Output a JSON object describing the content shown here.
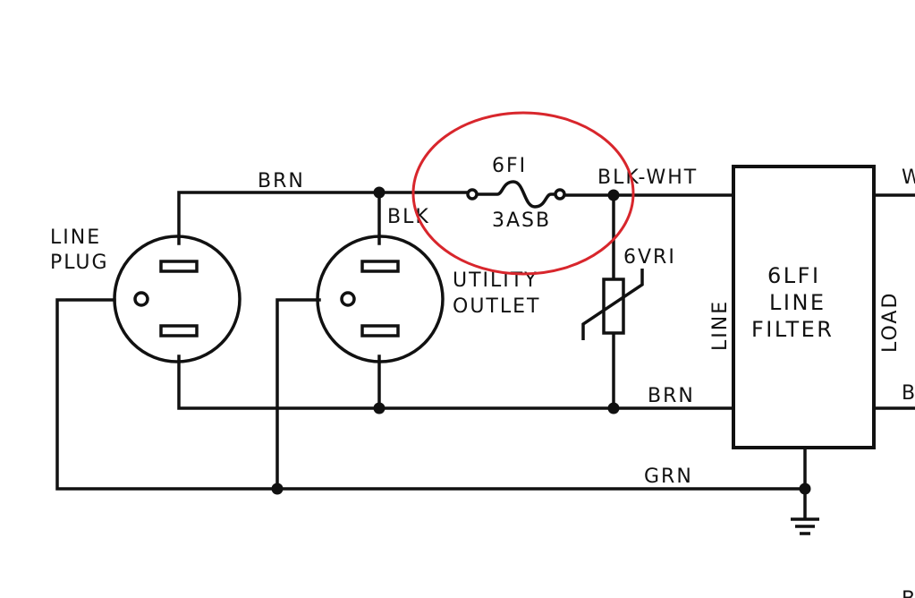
{
  "labels": {
    "line_plug_1": "LINE",
    "line_plug_2": "PLUG",
    "brn_top": "BRN",
    "blk": "BLK",
    "utility_1": "UTILITY",
    "utility_2": "OUTLET",
    "fuse_ref": "6FI",
    "fuse_rating": "3ASB",
    "blk_wht": "BLK-WHT",
    "w_partial": "W",
    "varistor_ref": "6VRI",
    "line_side": "LINE",
    "filter_1": "6LFI",
    "filter_2": "LINE",
    "filter_3": "FILTER",
    "load_side": "LOAD",
    "brn_bottom": "BRN",
    "b_partial": "B",
    "grn": "GRN",
    "bottom_partial": "B"
  },
  "colors": {
    "ink": "#111111",
    "highlight": "#d8262c",
    "background": "#ffffff"
  }
}
